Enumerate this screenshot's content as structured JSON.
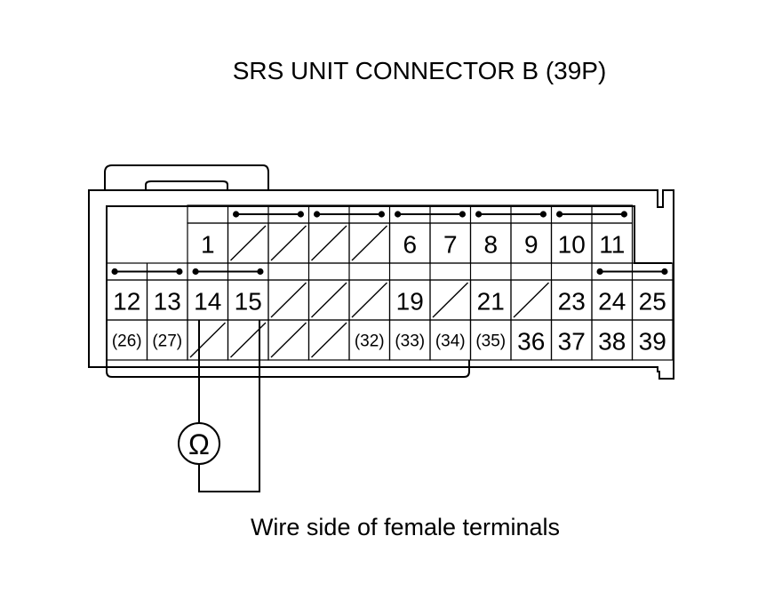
{
  "title": "SRS UNIT CONNECTOR B (39P)",
  "caption": "Wire side of female terminals",
  "meter_symbol": "Ω",
  "rows": [
    [
      {
        "label": ""
      },
      {
        "label": ""
      },
      {
        "label": "1"
      },
      {
        "label": "",
        "x": true
      },
      {
        "label": "",
        "x": true
      },
      {
        "label": "",
        "x": true
      },
      {
        "label": "",
        "x": true
      },
      {
        "label": "6"
      },
      {
        "label": "7"
      },
      {
        "label": "8"
      },
      {
        "label": "9"
      },
      {
        "label": "10"
      },
      {
        "label": "11"
      }
    ],
    [
      {
        "label": "12"
      },
      {
        "label": "13"
      },
      {
        "label": "14"
      },
      {
        "label": "15"
      },
      {
        "label": "",
        "x": true
      },
      {
        "label": "",
        "x": true
      },
      {
        "label": "",
        "x": true
      },
      {
        "label": "19"
      },
      {
        "label": "",
        "x": true
      },
      {
        "label": "21"
      },
      {
        "label": "",
        "x": true
      },
      {
        "label": "23"
      },
      {
        "label": "24"
      },
      {
        "label": "25"
      }
    ],
    [
      {
        "label": "(26)",
        "small": true
      },
      {
        "label": "(27)",
        "small": true
      },
      {
        "label": "",
        "x": true
      },
      {
        "label": "",
        "x": true
      },
      {
        "label": "",
        "x": true
      },
      {
        "label": "",
        "x": true
      },
      {
        "label": "(32)",
        "small": true
      },
      {
        "label": "(33)",
        "small": true
      },
      {
        "label": "(34)",
        "small": true
      },
      {
        "label": "(35)",
        "small": true
      },
      {
        "label": "36"
      },
      {
        "label": "37"
      },
      {
        "label": "38"
      },
      {
        "label": "39"
      }
    ]
  ]
}
